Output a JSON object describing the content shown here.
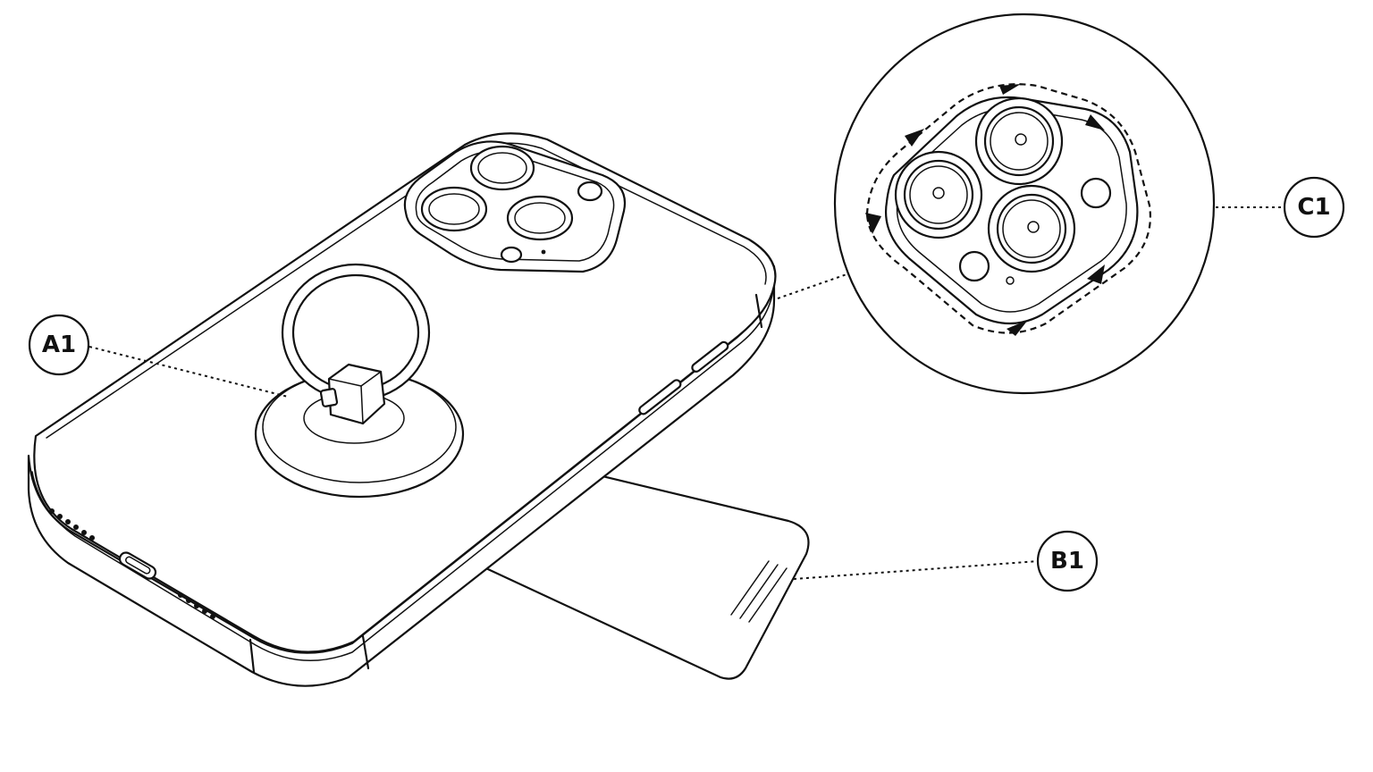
{
  "callouts": {
    "a1": {
      "label": "A1"
    },
    "b1": {
      "label": "B1"
    },
    "c1": {
      "label": "C1"
    }
  },
  "colors": {
    "line": "#111111",
    "background": "#ffffff"
  }
}
